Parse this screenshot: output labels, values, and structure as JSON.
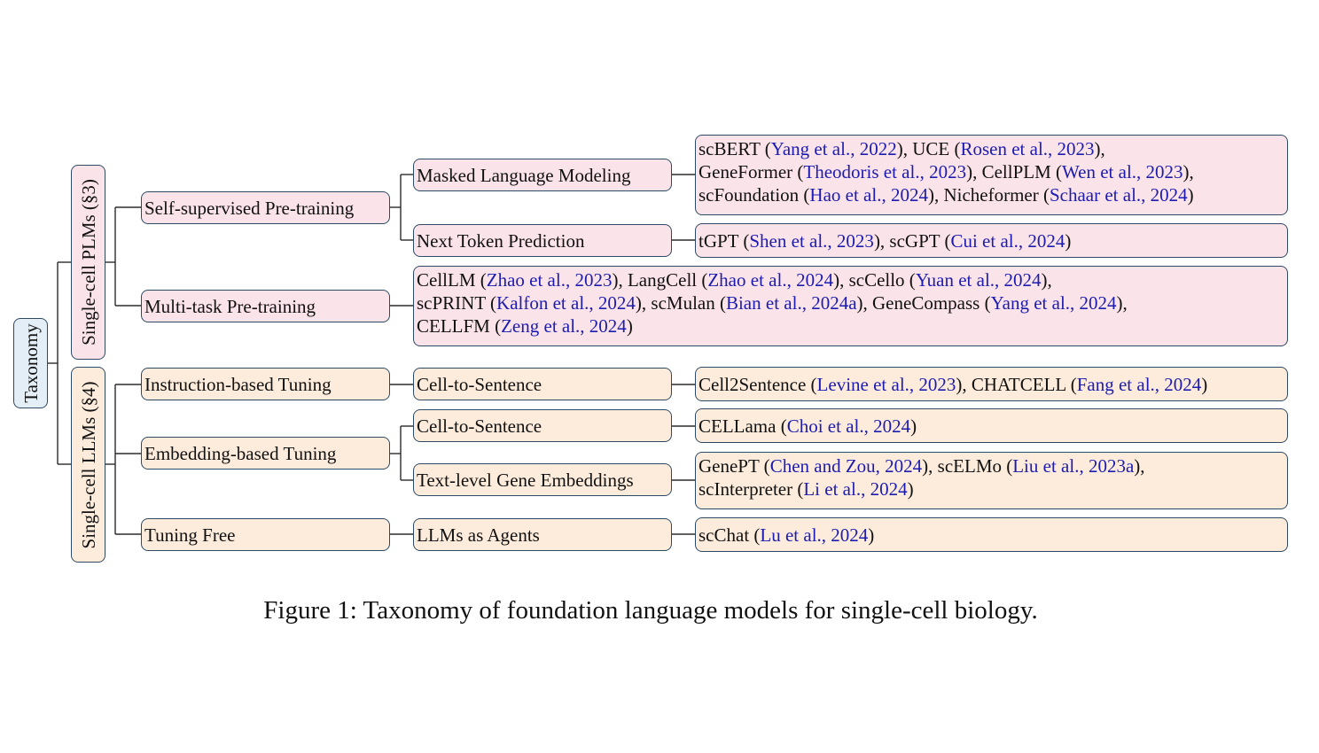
{
  "root": "Taxonomy",
  "groups": {
    "plm": "Single-cell PLMs (§3)",
    "llm": "Single-cell LLMs (§4)"
  },
  "categories": {
    "ssp": "Self-supervised Pre-training",
    "mtp": "Multi-task Pre-training",
    "ibt": "Instruction-based Tuning",
    "ebt": "Embedding-based Tuning",
    "tf": "Tuning Free"
  },
  "methods": {
    "mlm": "Masked Language Modeling",
    "ntp": "Next Token Prediction",
    "c2s_a": "Cell-to-Sentence",
    "c2s_b": "Cell-to-Sentence",
    "tlge": "Text-level Gene Embeddings",
    "agents": "LLMs as Agents"
  },
  "leaves": {
    "mlm": [
      [
        [
          "scBERT (",
          ""
        ],
        [
          "Yang et al., 2022",
          "ref"
        ],
        [
          "), UCE (",
          ""
        ],
        [
          "Rosen et al., 2023",
          "ref"
        ],
        [
          "),",
          ""
        ]
      ],
      [
        [
          "GeneFormer (",
          ""
        ],
        [
          "Theodoris et al., 2023",
          "ref"
        ],
        [
          "), CellPLM (",
          ""
        ],
        [
          "Wen et al., 2023",
          "ref"
        ],
        [
          "),",
          ""
        ]
      ],
      [
        [
          "scFoundation (",
          ""
        ],
        [
          "Hao et al., 2024",
          "ref"
        ],
        [
          "), Nicheformer (",
          ""
        ],
        [
          "Schaar et al., 2024",
          "ref"
        ],
        [
          ")",
          ""
        ]
      ]
    ],
    "ntp": [
      [
        [
          "tGPT (",
          ""
        ],
        [
          "Shen et al., 2023",
          "ref"
        ],
        [
          "), scGPT (",
          ""
        ],
        [
          "Cui et al., 2024",
          "ref"
        ],
        [
          ")",
          ""
        ]
      ]
    ],
    "mtp": [
      [
        [
          "CellLM (",
          ""
        ],
        [
          "Zhao et al., 2023",
          "ref"
        ],
        [
          "), LangCell (",
          ""
        ],
        [
          "Zhao et al., 2024",
          "ref"
        ],
        [
          "), scCello (",
          ""
        ],
        [
          "Yuan et al., 2024",
          "ref"
        ],
        [
          "),",
          ""
        ]
      ],
      [
        [
          "scPRINT (",
          ""
        ],
        [
          "Kalfon et al., 2024",
          "ref"
        ],
        [
          "), scMulan (",
          ""
        ],
        [
          "Bian et al., 2024a",
          "ref"
        ],
        [
          "), GeneCompass (",
          ""
        ],
        [
          "Yang et al., 2024",
          "ref"
        ],
        [
          "),",
          ""
        ]
      ],
      [
        [
          "CELLFM (",
          ""
        ],
        [
          "Zeng et al., 2024",
          "ref"
        ],
        [
          ")",
          ""
        ]
      ]
    ],
    "c2s_a": [
      [
        [
          "Cell2Sentence (",
          ""
        ],
        [
          "Levine et al., 2023",
          "ref"
        ],
        [
          "), CHATCELL (",
          ""
        ],
        [
          "Fang et al., 2024",
          "ref"
        ],
        [
          ")",
          ""
        ]
      ]
    ],
    "c2s_b": [
      [
        [
          "CELLama (",
          ""
        ],
        [
          "Choi et al., 2024",
          "ref"
        ],
        [
          ")",
          ""
        ]
      ]
    ],
    "tlge": [
      [
        [
          "GenePT (",
          ""
        ],
        [
          "Chen and Zou, 2024",
          "ref"
        ],
        [
          "), scELMo (",
          ""
        ],
        [
          "Liu et al., 2023a",
          "ref"
        ],
        [
          "),",
          ""
        ]
      ],
      [
        [
          "scInterpreter (",
          ""
        ],
        [
          "Li et al., 2024",
          "ref"
        ],
        [
          ")",
          ""
        ]
      ]
    ],
    "agents": [
      [
        [
          "scChat (",
          ""
        ],
        [
          "Lu et al., 2024",
          "ref"
        ],
        [
          ")",
          ""
        ]
      ]
    ]
  },
  "caption": "Figure 1: Taxonomy of foundation language models for single-cell biology.",
  "colors": {
    "plm_fill": "#fbe3ea",
    "llm_fill": "#fdecdc",
    "root_fill": "#e4eef7",
    "border": "#2c4a63",
    "citation": "#1c1cb0"
  }
}
